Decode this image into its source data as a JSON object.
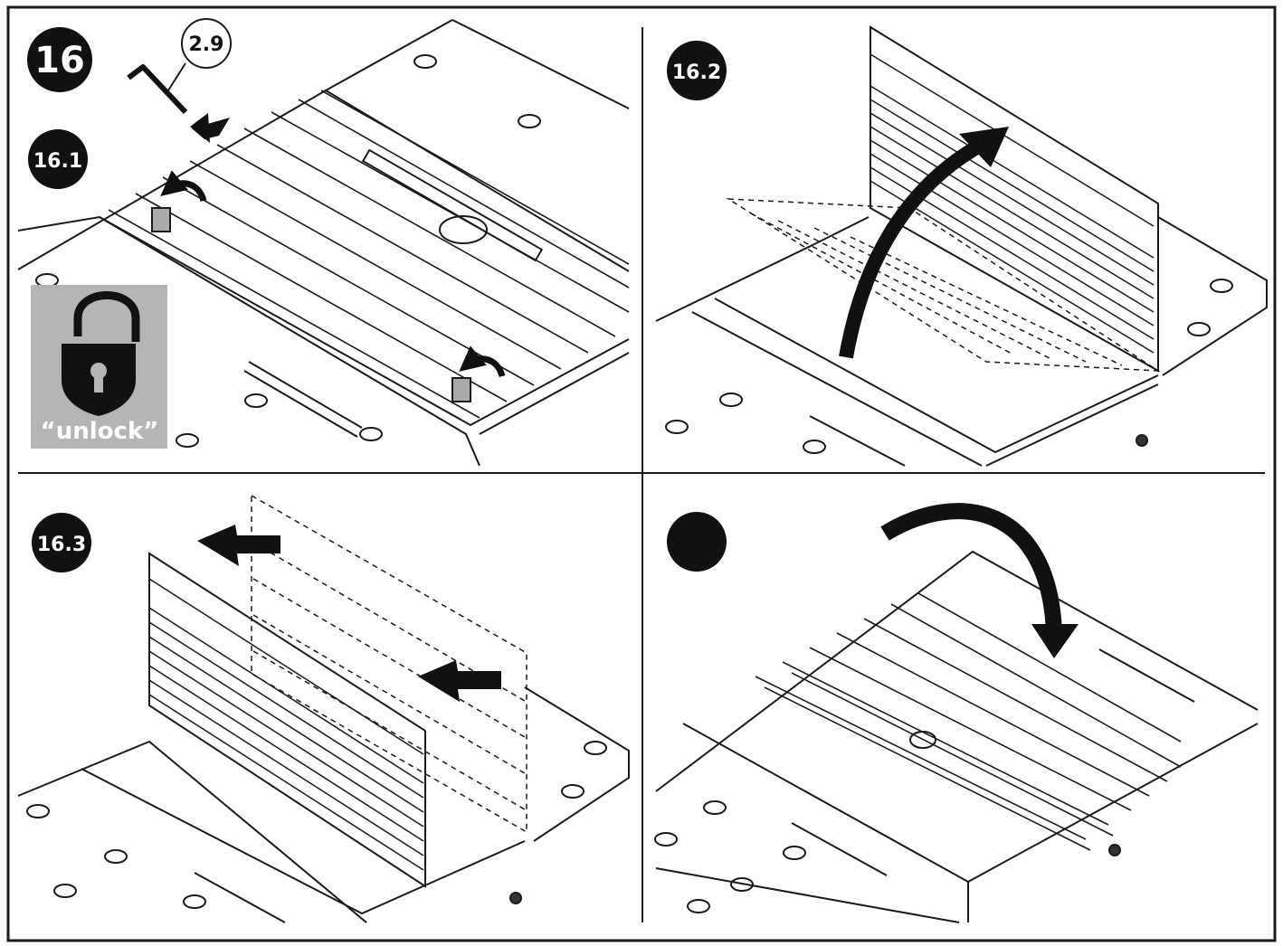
{
  "steps": {
    "main": "16",
    "unlock_step": "16.1",
    "lift_step": "16.2",
    "slide_step": "16.3"
  },
  "tool_callout": "2.9",
  "lock_icon": {
    "icon": "open-padlock-icon",
    "label": "“unlock”"
  },
  "colors": {
    "line": "#1a1a1a",
    "badge": "#111111",
    "lock_panel": "#b5b5b5"
  }
}
